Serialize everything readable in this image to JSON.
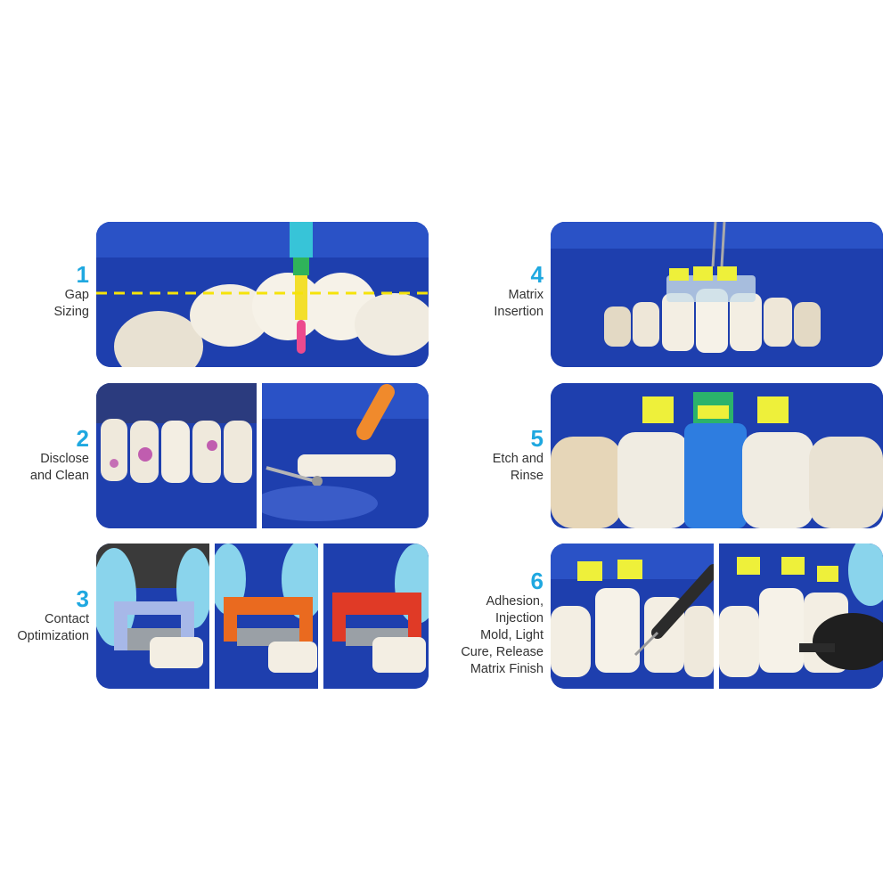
{
  "steps": [
    {
      "number": "1",
      "label": "Gap\nSizing"
    },
    {
      "number": "2",
      "label": "Disclose\nand Clean"
    },
    {
      "number": "3",
      "label": "Contact\nOptimization"
    },
    {
      "number": "4",
      "label": "Matrix\nInsertion"
    },
    {
      "number": "5",
      "label": "Etch and\nRinse"
    },
    {
      "number": "6",
      "label": "Adhesion,\nInjection\nMold, Light\nCure, Release\nMatrix Finish"
    }
  ],
  "colors": {
    "accent": "#1fa8e0",
    "label_text": "#333333",
    "dental_dam_blue": "#1e3fae",
    "tooth": "#f2ede2",
    "matrix_yellow": "#eef03a",
    "gap_line": "#f5e30a"
  },
  "panels": [
    {
      "photos": [
        "gap-sizing-photo"
      ]
    },
    {
      "photos": [
        "disclosing-photo",
        "cleaning-photo"
      ]
    },
    {
      "photos": [
        "separator-blue-photo",
        "separator-orange-photo",
        "separator-red-photo"
      ]
    },
    {
      "photos": [
        "matrix-insertion-photo"
      ]
    },
    {
      "photos": [
        "etch-rinse-photo"
      ]
    },
    {
      "photos": [
        "injection-photo",
        "light-cure-photo"
      ]
    }
  ]
}
